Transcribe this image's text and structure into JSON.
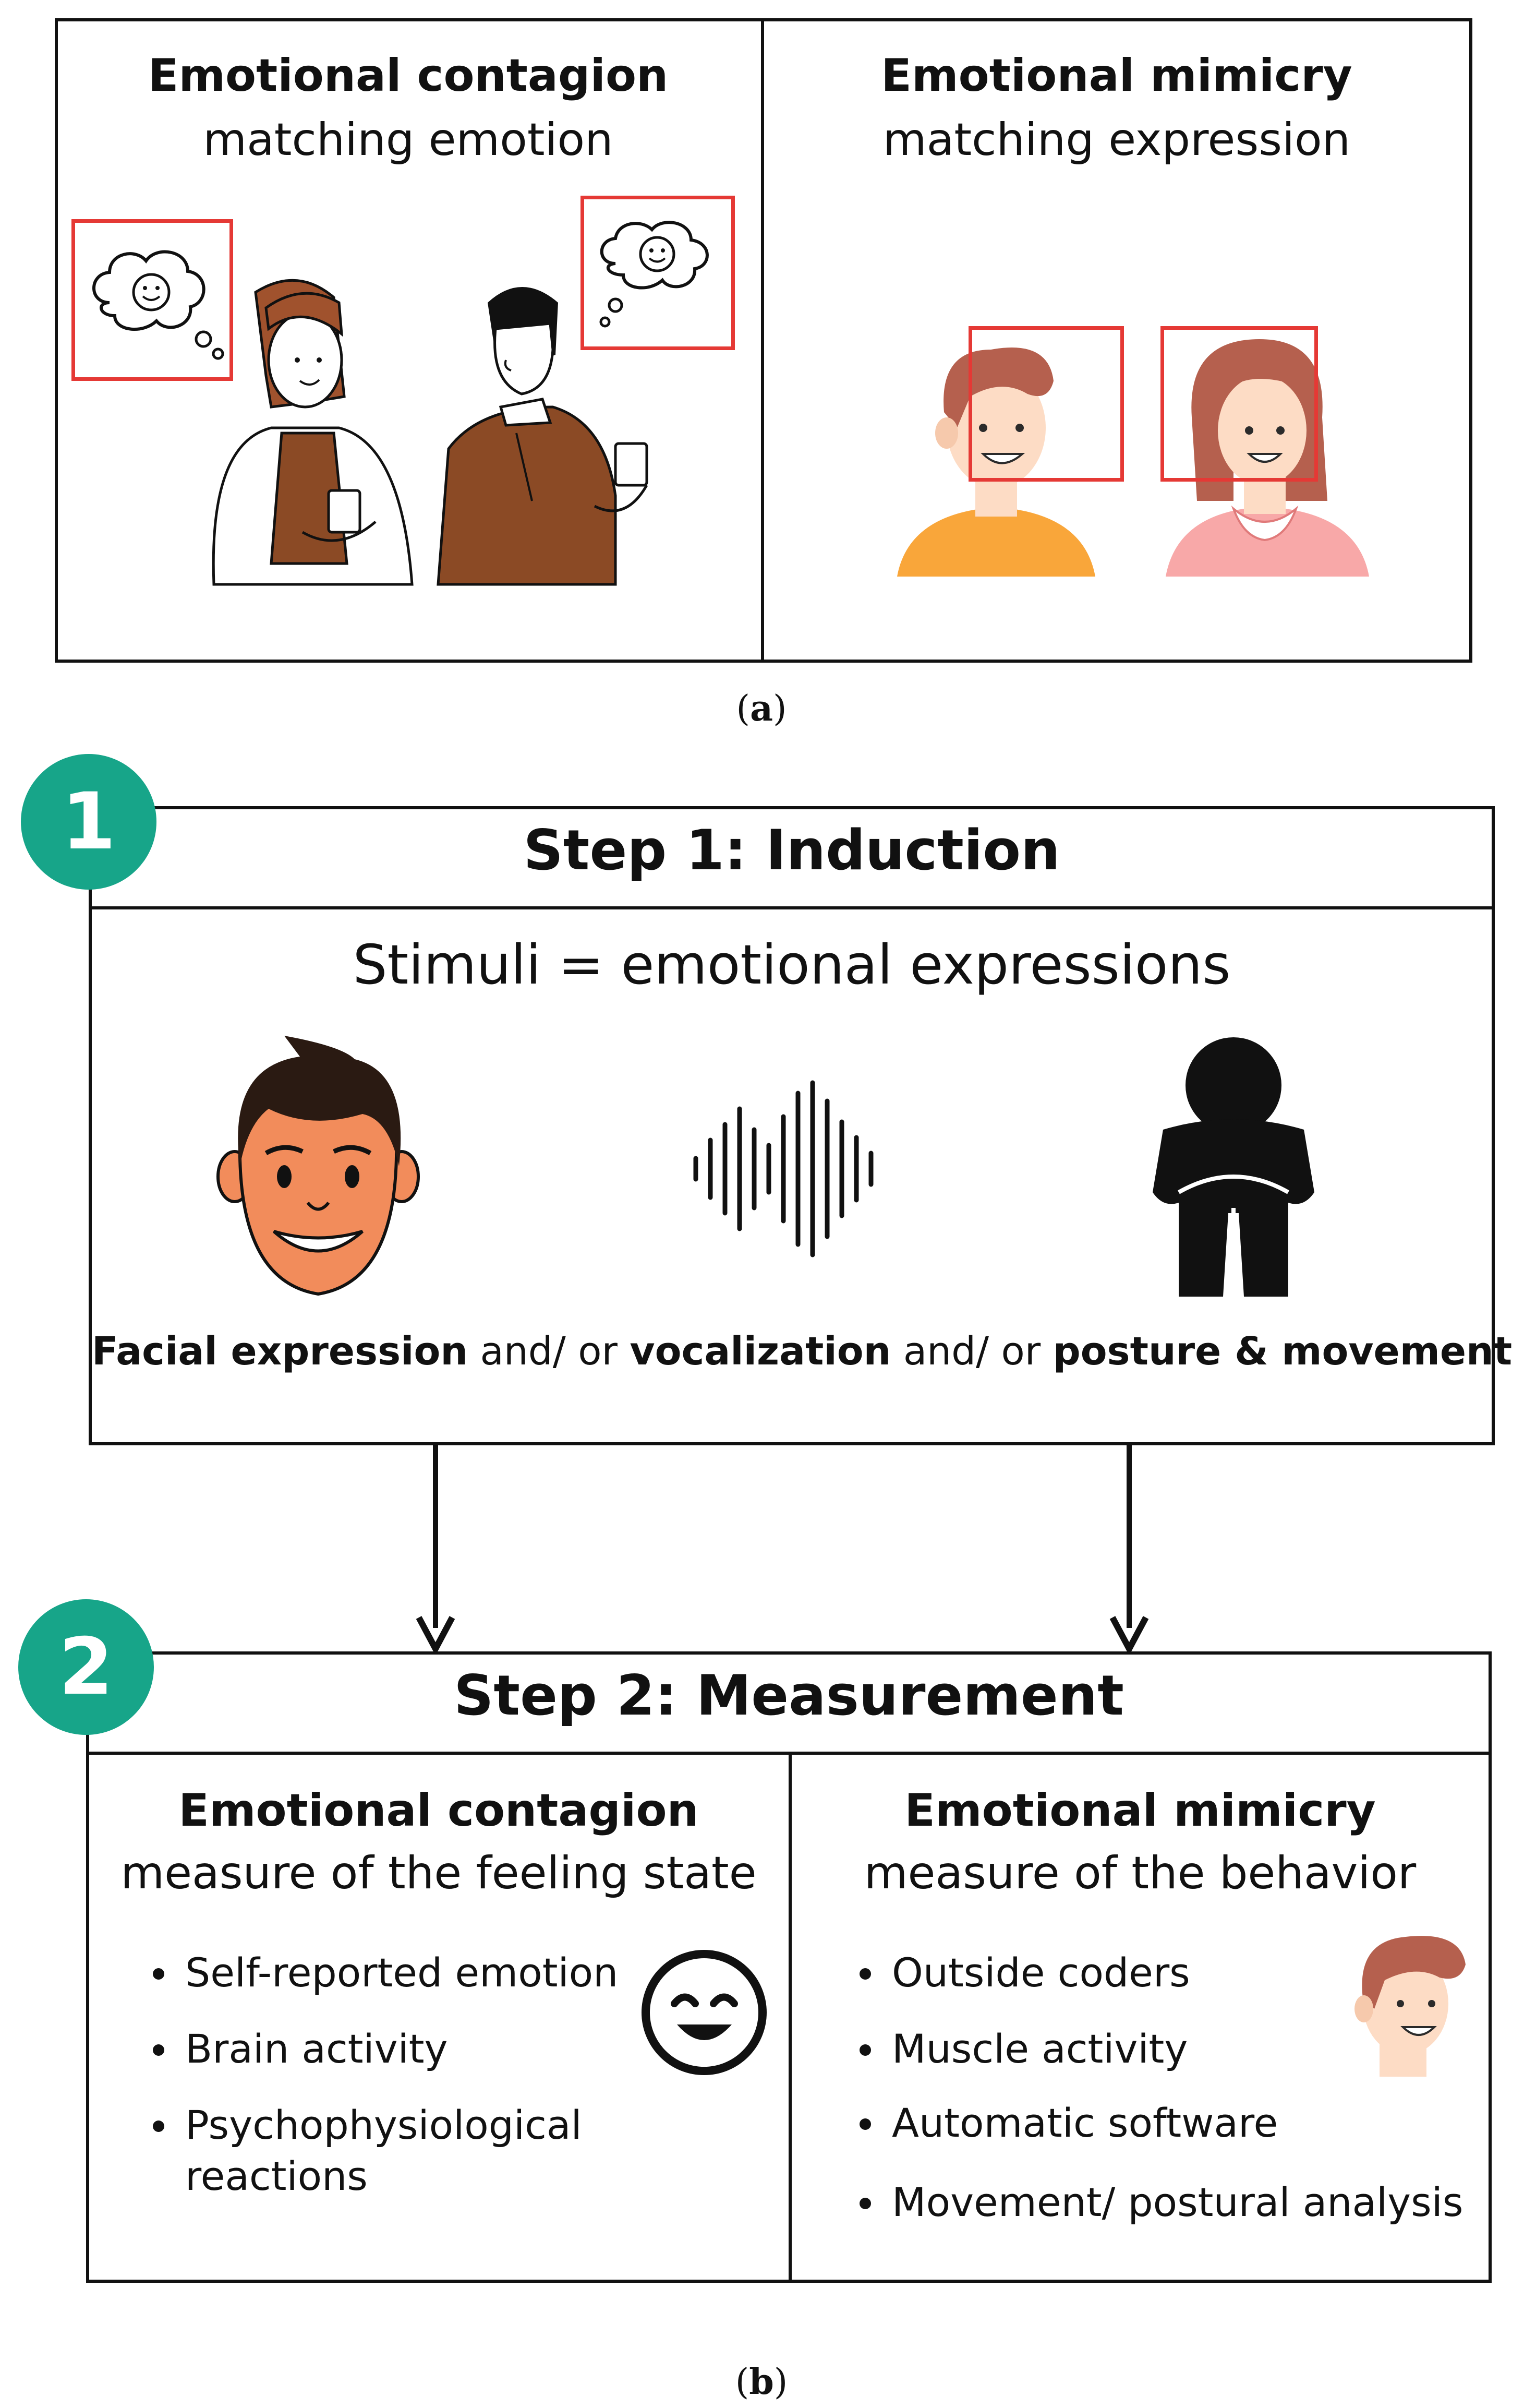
{
  "panel_a": {
    "left": {
      "title": "Emotional contagion",
      "subtitle": "matching emotion"
    },
    "right": {
      "title": "Emotional mimicry",
      "subtitle": "matching expression"
    },
    "caption": "a"
  },
  "panel_b": {
    "step1": {
      "number": "1",
      "title": "Step 1: Induction",
      "stimuli": "Stimuli = emotional expressions",
      "modalities": {
        "facial": "Facial expression",
        "sep1": " and/ or ",
        "vocal": "vocalization",
        "sep2": " and/ or ",
        "posture": "posture & movement"
      },
      "icons": [
        "face-icon",
        "soundwave-icon",
        "posture-icon"
      ]
    },
    "step2": {
      "number": "2",
      "title": "Step 2: Measurement",
      "left": {
        "title": "Emotional contagion",
        "subtitle": "measure of the feeling state",
        "items": [
          "Self-reported emotion",
          "Brain activity",
          "Psychophysiological reactions"
        ]
      },
      "right": {
        "title": "Emotional mimicry",
        "subtitle": "measure of the behavior",
        "items": [
          "Outside coders",
          "Muscle activity",
          "Automatic software",
          "Movement/ postural analysis"
        ]
      }
    },
    "caption": "b"
  },
  "colors": {
    "accent_green": "#17a589",
    "highlight_red": "#e53935"
  }
}
